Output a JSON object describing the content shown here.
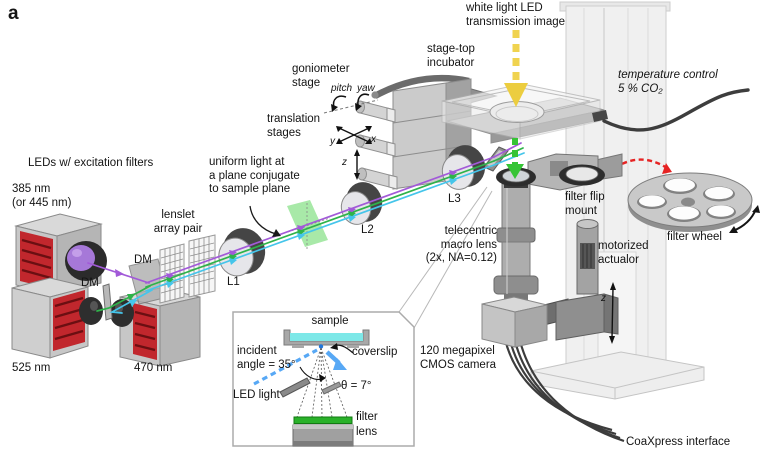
{
  "panel": {
    "label": "a"
  },
  "illumination": {
    "leds_title": "LEDs w/ excitation filters",
    "led_385": "385 nm\n(or 445 nm)",
    "led_525": "525 nm",
    "led_470": "470 nm",
    "dm": "DM",
    "lenslet": "lenslet\narray pair",
    "uniform_light": "uniform light at\na plane conjugate\nto sample plane",
    "l1": "L1",
    "l2": "L2",
    "l3": "L3"
  },
  "stage": {
    "goniometer": "goniometer\nstage",
    "pitch": "pitch",
    "yaw": "yaw",
    "translation": "translation\nstages",
    "axis_x": "x",
    "axis_y": "y",
    "axis_z": "z"
  },
  "top": {
    "white_light": "white light LED\ntransmission image",
    "incubator": "stage-top\nincubator",
    "temperature": "temperature control\n5 % CO₂"
  },
  "detection": {
    "telecentric": "telecentric\nmacro lens\n(2x, NA=0.12)",
    "filter_flip": "filter flip\nmount",
    "filter_wheel": "filter wheel",
    "motorized": "motorized\nactualor",
    "actuator_axis": "z",
    "camera": "120 megapixel\nCMOS camera",
    "coaxpress": "CoaXpress interface"
  },
  "inset": {
    "sample": "sample",
    "coverslip": "coverslip",
    "incident": "incident\nangle = 35°",
    "led_light": "LED light",
    "theta": "θ = 7°",
    "filter": "filter",
    "lens": "lens"
  },
  "colors": {
    "beam_purple": "#a25ad8",
    "beam_green": "#2eb34a",
    "beam_cyan": "#45c5ea",
    "conjugate_plane_green": "#8be28b",
    "white_light_yellow": "#f0d34f",
    "emission_green": "#35c435",
    "swap_arrow_red": "#e62323",
    "inset_beam_blue": "#57a8f5",
    "filter_green": "#2ab12a",
    "led_panel_red": "#c1272d",
    "dish_liquid_cyan": "#7de8e8"
  }
}
